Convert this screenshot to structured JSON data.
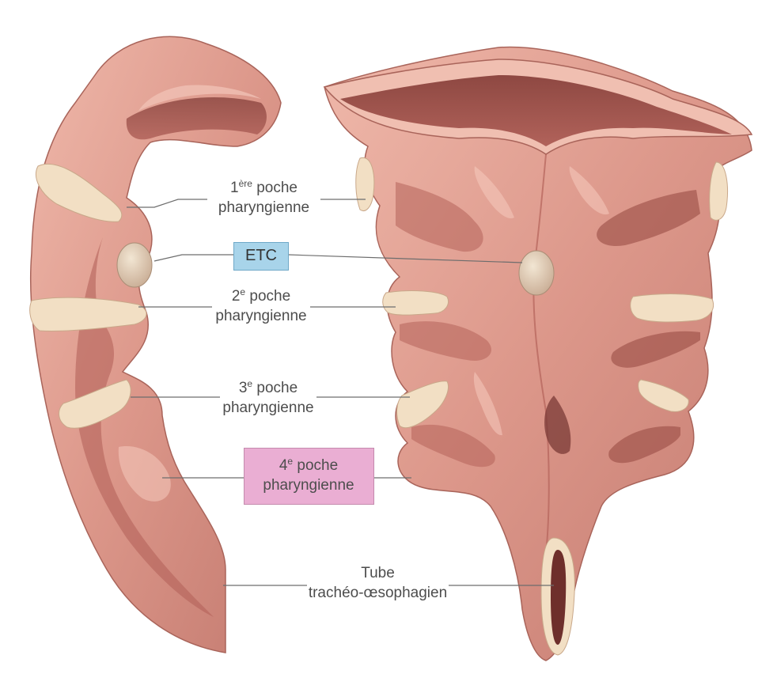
{
  "labels": {
    "pouch1": {
      "num": "1",
      "sup": "ère",
      "word": " poche",
      "line2": "pharyngienne"
    },
    "etc": "ETC",
    "pouch2": {
      "num": "2",
      "sup": "e",
      "word": " poche",
      "line2": "pharyngienne"
    },
    "pouch3": {
      "num": "3",
      "sup": "e",
      "word": " poche",
      "line2": "pharyngienne"
    },
    "pouch4": {
      "num": "4",
      "sup": "e",
      "word": " poche",
      "line2": "pharyngienne"
    },
    "tube": {
      "line1": "Tube",
      "line2": "trachéo-œsophagien"
    }
  },
  "colors": {
    "tissue": "#dc978a",
    "tissue_light": "#efb8aa",
    "tissue_dark": "#a9554d",
    "cavity": "#7a3a35",
    "pouch_tip": "#f2dfc4",
    "etc_box": "#a8d4ea",
    "pouch4_box": "#eaaed3",
    "leader": "#6d6d6d"
  }
}
